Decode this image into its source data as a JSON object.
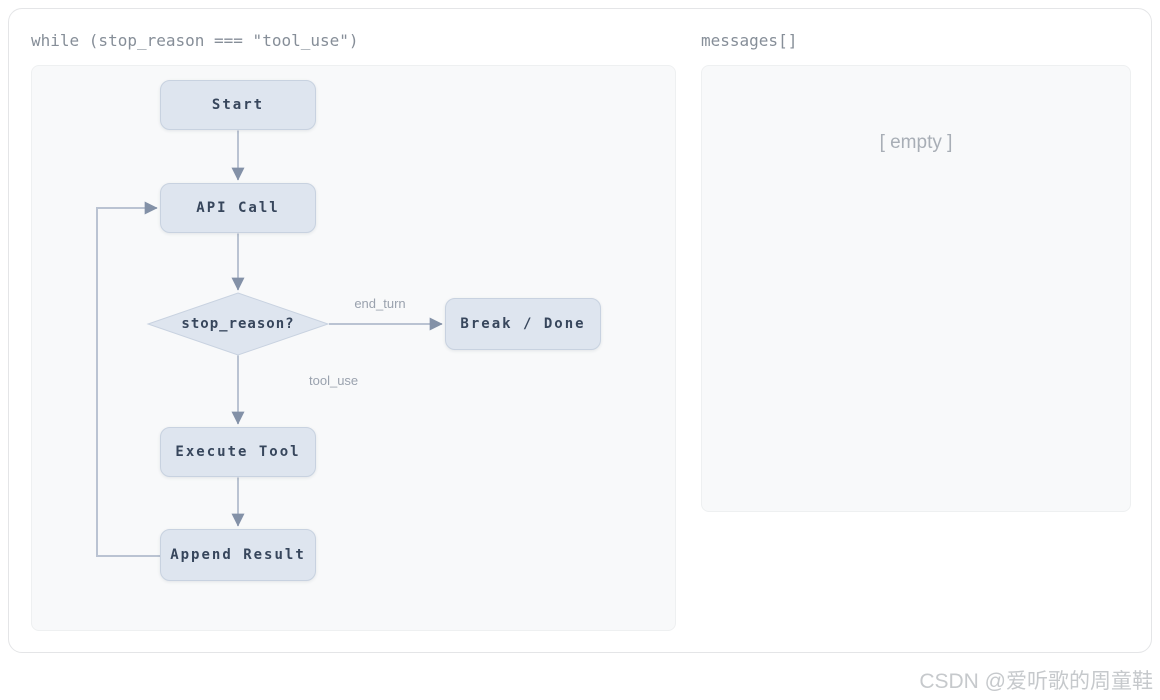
{
  "flow_panel": {
    "title": "while (stop_reason === \"tool_use\")",
    "nodes": {
      "start": "Start",
      "api_call": "API Call",
      "decision": "stop_reason?",
      "break_done": "Break / Done",
      "execute_tool": "Execute Tool",
      "append_result": "Append Result"
    },
    "edges": {
      "end_turn": "end_turn",
      "tool_use": "tool_use"
    }
  },
  "messages_panel": {
    "title": "messages[]",
    "empty_label": "[ empty ]"
  },
  "watermark": "CSDN @爱听歌的周童鞋",
  "colors": {
    "node_fill": "#dee5ef",
    "node_border": "#c8d2e0",
    "node_text": "#37465c",
    "connector_line": "#bac3d2",
    "arrowhead": "#8391a7",
    "panel_background": "#f8f9fa",
    "title_text": "#868e98",
    "muted_text": "#a8aeb6",
    "watermark_text": "#c6c9cc"
  }
}
